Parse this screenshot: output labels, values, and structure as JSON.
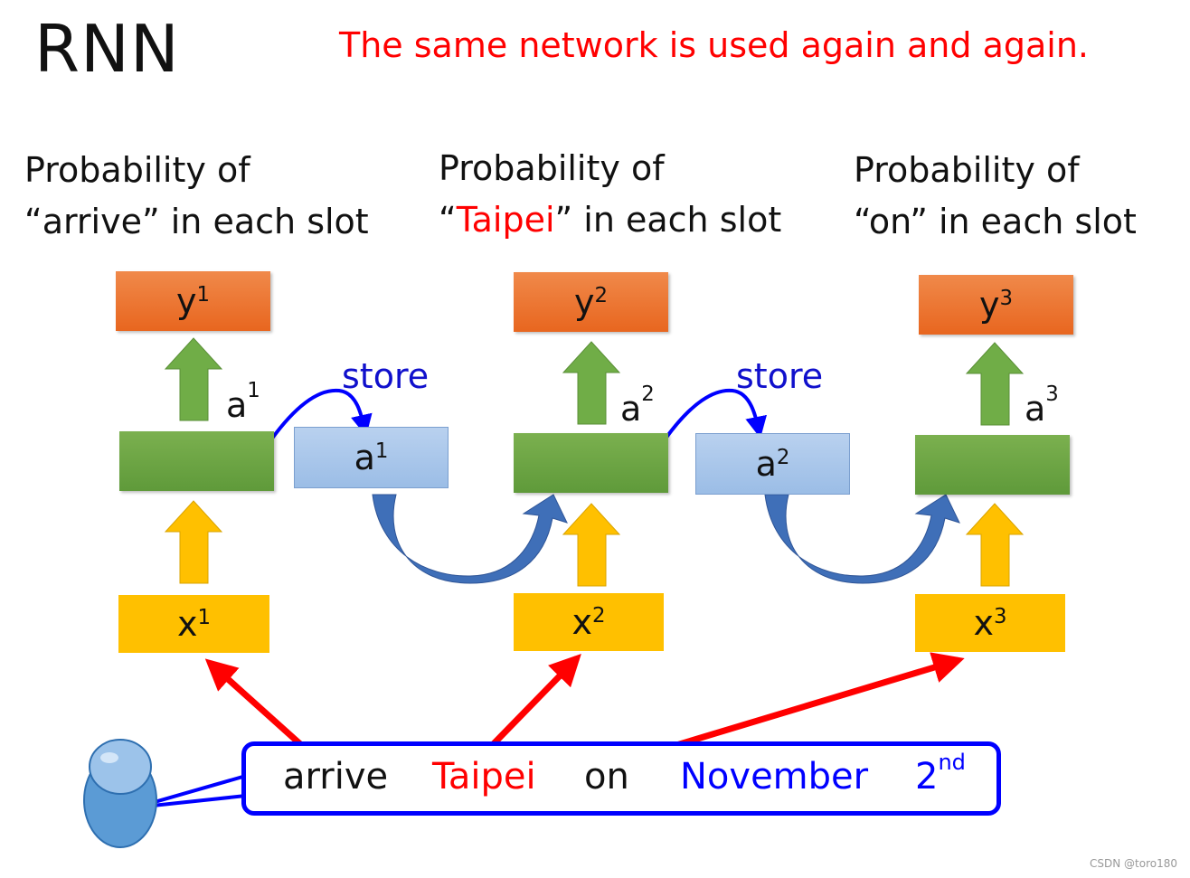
{
  "title": "RNN",
  "subtitle": "The same network is used again and again.",
  "columns": [
    {
      "prob_line1": "Probability of",
      "prob_q_open": "“",
      "prob_word": "arrive",
      "prob_q_close": "”",
      "prob_rest": " in each slot",
      "y_base": "y",
      "y_sup": "1",
      "a_base": "a",
      "a_sup": "1",
      "x_base": "x",
      "x_sup": "1"
    },
    {
      "prob_line1": "Probability of",
      "prob_q_open": "“",
      "prob_word": "Taipei",
      "prob_q_close": "”",
      "prob_rest": " in each slot",
      "y_base": "y",
      "y_sup": "2",
      "a_base": "a",
      "a_sup": "2",
      "x_base": "x",
      "x_sup": "2"
    },
    {
      "prob_line1": "Probability of",
      "prob_q_open": "“",
      "prob_word": "on",
      "prob_q_close": "”",
      "prob_rest": " in each slot",
      "y_base": "y",
      "y_sup": "3",
      "a_base": "a",
      "a_sup": "3",
      "x_base": "x",
      "x_sup": "3"
    }
  ],
  "memory": [
    {
      "store_label": "store",
      "base": "a",
      "sup": "1"
    },
    {
      "store_label": "store",
      "base": "a",
      "sup": "2"
    }
  ],
  "sentence": {
    "words": [
      {
        "text": "arrive",
        "color": "#111111"
      },
      {
        "text": "Taipei",
        "color": "#ff0000"
      },
      {
        "text": "on",
        "color": "#111111"
      },
      {
        "text": "November",
        "color": "#0000ff"
      },
      {
        "text": "2",
        "sup": "nd",
        "color": "#0000ff"
      }
    ]
  },
  "colors": {
    "output": "#ed7d31",
    "hidden": "#70ad47",
    "input": "#ffc000",
    "memory": "#a9c6ea",
    "arrow_red": "#ff0000",
    "arrow_blue": "#0000ff"
  },
  "icons": [
    "user-icon"
  ],
  "watermark": "CSDN @toro180"
}
